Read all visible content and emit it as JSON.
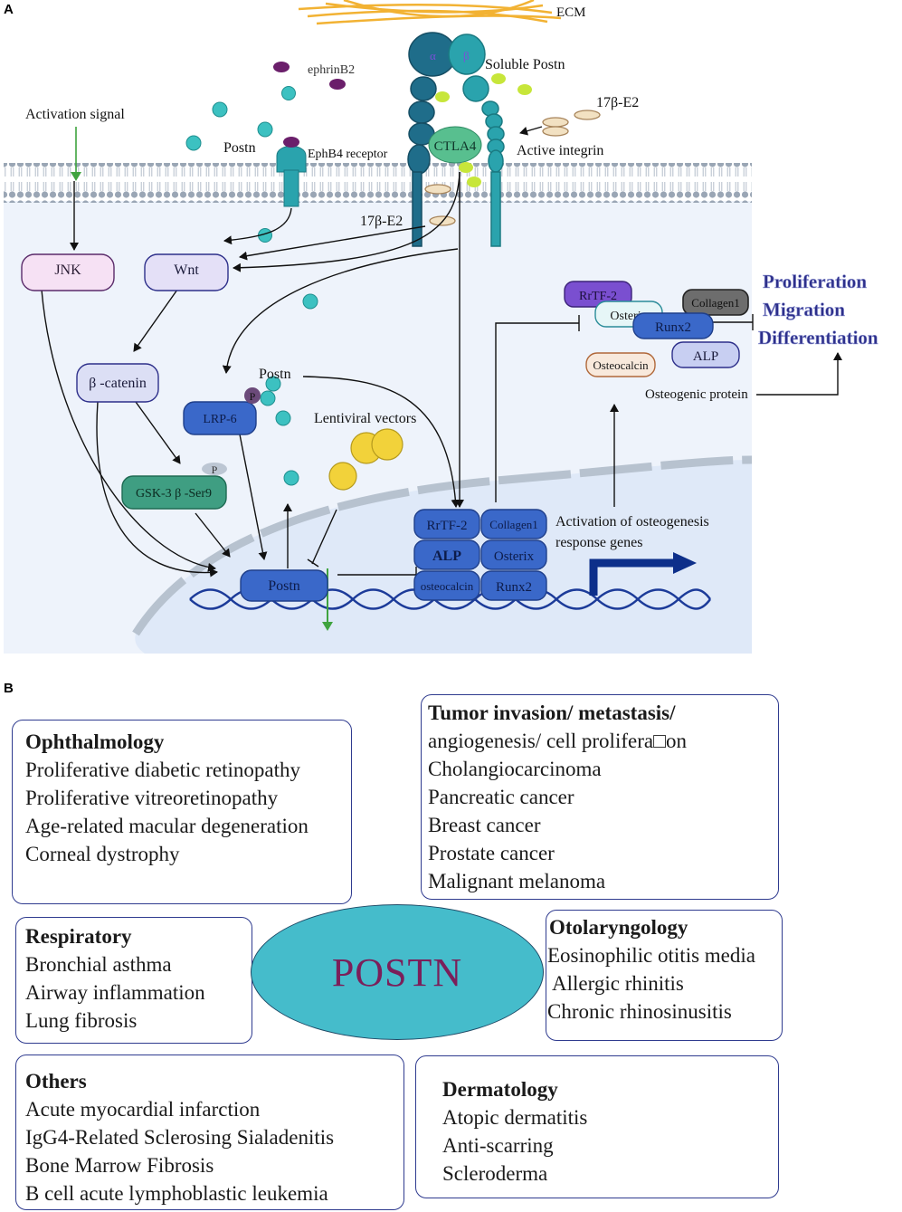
{
  "panel_a": {
    "label": "A",
    "ecm": "ECM",
    "ephrinb2": "ephrinB2",
    "soluble_postn": "Soluble Postn",
    "e2_top": "17β-E2",
    "activation_signal": "Activation signal",
    "postn_top": "Postn",
    "ephb4": "EphB4 receptor",
    "ctla4": "CTLA4",
    "active_integrin": "Active  integrin",
    "integrin_alpha": "α",
    "integrin_beta": "β",
    "e2_mid": "17β-E2",
    "jnk": "JNK",
    "wnt": "Wnt",
    "beta_catenin": "β -catenin",
    "lrp6": "LRP-6",
    "p1": "P",
    "p2": "P",
    "postn_mid": "Postn",
    "lentiviral": "Lentiviral vectors",
    "gsk": "GSK-3 β -Ser9",
    "postn_nucleus": "Postn",
    "nuc_rrtf2": "RrTF-2",
    "nuc_collagen1": "Collagen1",
    "nuc_alp": "ALP",
    "nuc_osterix": "Osterix",
    "nuc_osteocalcin": "osteocalcin",
    "nuc_runx2": "Runx2",
    "activation_genes_1": "Activation of osteogenesis",
    "activation_genes_2": "response genes",
    "top_rrtf2": "RrTF-2",
    "top_osterix": "Osterix",
    "top_collagen1": "Collagen1",
    "top_runx2": "Runx2",
    "top_alp": "ALP",
    "top_osteocalcin": "Osteocalcin",
    "osteogenic_protein": "Osteogenic protein",
    "outcome_1": "Proliferation",
    "outcome_2": "Migration",
    "outcome_3": "Differentiation"
  },
  "panel_b": {
    "label": "B",
    "center": "POSTN",
    "ophthalmology": {
      "title": "Ophthalmology",
      "items": [
        "Proliferative diabetic retinopathy",
        "Proliferative vitreoretinopathy",
        "Age-related macular degeneration",
        "Corneal dystrophy"
      ]
    },
    "tumor": {
      "title": "Tumor invasion/ metastasis/",
      "items": [
        "angiogenesis/ cell prolifera□on",
        "Cholangiocarcinoma",
        "Pancreatic cancer",
        "Breast cancer",
        "Prostate cancer",
        "Malignant melanoma"
      ]
    },
    "respiratory": {
      "title": "Respiratory",
      "items": [
        "Bronchial asthma",
        "Airway inflammation",
        "Lung fibrosis"
      ]
    },
    "otolaryngology": {
      "title": "Otolaryngology",
      "items": [
        "Eosinophilic otitis media",
        "Allergic rhinitis",
        "Chronic rhinosinusitis"
      ]
    },
    "others": {
      "title": "Others",
      "items": [
        "Acute myocardial infarction",
        "IgG4-Related Sclerosing Sialadenitis",
        "Bone Marrow Fibrosis",
        "B cell acute lymphoblastic leukemia"
      ]
    },
    "dermatology": {
      "title": "Dermatology",
      "items": [
        "Atopic dermatitis",
        "Anti-scarring",
        "Scleroderma"
      ]
    }
  },
  "colors": {
    "cell": "#eef3fb",
    "nucleus": "#dfe9f8",
    "membrane": "#9aa6b5",
    "integrin": "#1f6d8a",
    "postn_dot": "#3cc1c1",
    "ephrin": "#6b1f6b",
    "e2_dot": "#c7e63a",
    "blue_box": "#3a68c9",
    "green_box": "#3f9e82",
    "navy_arrow": "#0d2f8a",
    "green_arrow": "#3fa33f",
    "outcome_text": "#2d2f8a"
  }
}
